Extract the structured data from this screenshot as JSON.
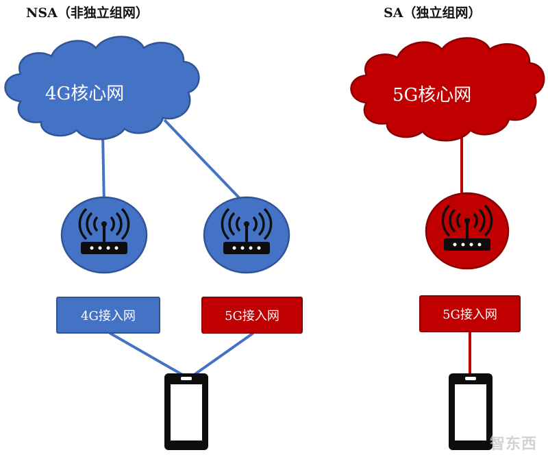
{
  "nsa": {
    "title": "NSA（非独立组网）",
    "core_label": "4G核心网",
    "access_4g": "4G接入网",
    "access_5g": "5G接入网"
  },
  "sa": {
    "title": "SA（独立组网）",
    "core_label": "5G核心网",
    "access_5g": "5G接入网"
  },
  "colors": {
    "blue": "#4472c4",
    "red": "#c00000",
    "dark": "#0d0d0d"
  },
  "watermark": "智东西"
}
